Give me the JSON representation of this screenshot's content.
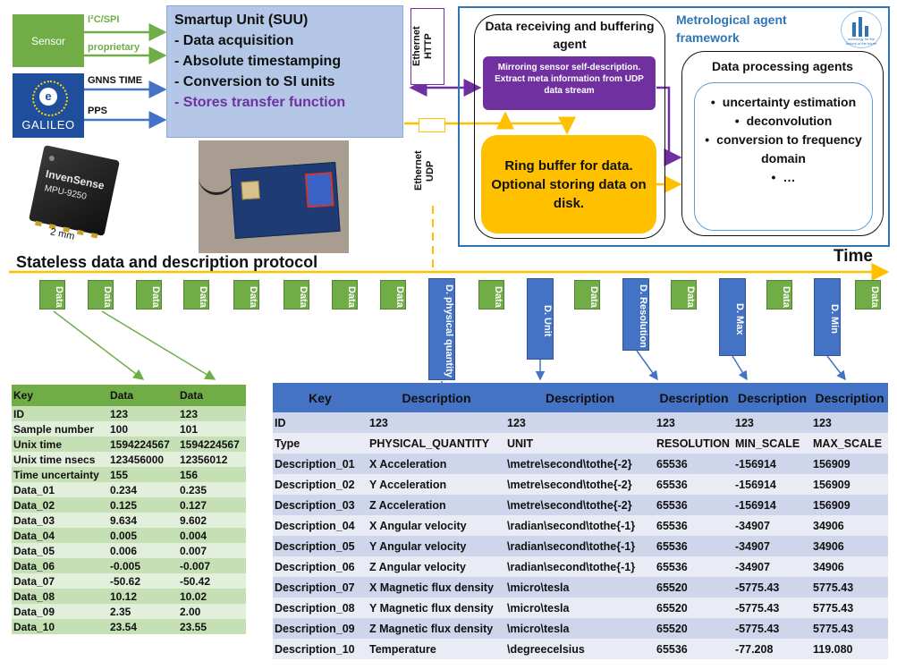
{
  "inputs": {
    "sensor_label": "Sensor",
    "i2c_label": "I²C/SPI",
    "proprietary_label": "proprietary",
    "gnss_label": "GNNS TIME",
    "pps_label": "PPS",
    "galileo_label": "GALILEO"
  },
  "smartup": {
    "title": "Smartup Unit (SUU)",
    "items": [
      "- Data acquisition",
      "- Absolute timestamping",
      "- Conversion to SI units",
      "- Stores transfer function"
    ]
  },
  "ethernet_http": [
    "Ethernet",
    "HTTP"
  ],
  "ethernet_udp": [
    "Ethernet",
    "UDP"
  ],
  "chip": {
    "brand": "InvenSense",
    "model": "MPU-9250",
    "dimension": "2 mm"
  },
  "framework": {
    "title": "Metrological agent framework",
    "receiving_title": "Data receiving and buffering agent",
    "mirror_text": "Mirroring sensor self-description. Extract meta information from UDP data stream",
    "ring_text": "Ring buffer for data. Optional storing data on disk.",
    "processing_title": "Data processing agents",
    "processing_items": [
      "uncertainty estimation",
      "deconvolution",
      "conversion to frequency domain",
      "…"
    ],
    "logo_text": "metrology for the factory of the future"
  },
  "protocol_label": "Stateless data and description protocol",
  "time_label": "Time",
  "packets": [
    "Data",
    "Data",
    "Data",
    "Data",
    "Data",
    "Data",
    "Data",
    "Data",
    "D. physical quantity",
    "Data",
    "D. Unit",
    "Data",
    "D. Resolution",
    "Data",
    "D. Max",
    "Data",
    "D. Min",
    "Data"
  ],
  "data_table": {
    "headers": [
      "Key",
      "Data",
      "Data"
    ],
    "rows": [
      [
        "ID",
        "123",
        "123"
      ],
      [
        "Sample number",
        "100",
        "101"
      ],
      [
        "Unix time",
        "1594224567",
        "1594224567"
      ],
      [
        "Unix time nsecs",
        "123456000",
        "12356012"
      ],
      [
        "Time uncertainty",
        "155",
        "156"
      ],
      [
        "Data_01",
        "0.234",
        "0.235"
      ],
      [
        "Data_02",
        "0.125",
        "0.127"
      ],
      [
        "Data_03",
        "9.634",
        "9.602"
      ],
      [
        "Data_04",
        "0.005",
        "0.004"
      ],
      [
        "Data_05",
        "0.006",
        "0.007"
      ],
      [
        "Data_06",
        "-0.005",
        "-0.007"
      ],
      [
        "Data_07",
        "-50.62",
        "-50.42"
      ],
      [
        "Data_08",
        "10.12",
        "10.02"
      ],
      [
        "Data_09",
        "2.35",
        "2.00"
      ],
      [
        "Data_10",
        "23.54",
        "23.55"
      ]
    ]
  },
  "desc_table": {
    "headers": [
      "Key",
      "Description",
      "Description",
      "Description",
      "Description",
      "Description"
    ],
    "rows": [
      [
        "ID",
        "123",
        "123",
        "123",
        "123",
        "123"
      ],
      [
        "Type",
        "PHYSICAL_QUANTITY",
        "UNIT",
        "RESOLUTION",
        "MIN_SCALE",
        "MAX_SCALE"
      ],
      [
        "Description_01",
        "X Acceleration",
        "\\metre\\second\\tothe{-2}",
        "65536",
        "-156914",
        "156909"
      ],
      [
        "Description_02",
        "Y Acceleration",
        "\\metre\\second\\tothe{-2}",
        "65536",
        "-156914",
        "156909"
      ],
      [
        "Description_03",
        "Z Acceleration",
        "\\metre\\second\\tothe{-2}",
        "65536",
        "-156914",
        "156909"
      ],
      [
        "Description_04",
        "X Angular velocity",
        "\\radian\\second\\tothe{-1}",
        "65536",
        "-34907",
        "34906"
      ],
      [
        "Description_05",
        "Y Angular velocity",
        "\\radian\\second\\tothe{-1}",
        "65536",
        "-34907",
        "34906"
      ],
      [
        "Description_06",
        "Z Angular velocity",
        "\\radian\\second\\tothe{-1}",
        "65536",
        "-34907",
        "34906"
      ],
      [
        "Description_07",
        "X Magnetic flux density",
        "\\micro\\tesla",
        "65520",
        "-5775.43",
        "5775.43"
      ],
      [
        "Description_08",
        "Y Magnetic flux density",
        "\\micro\\tesla",
        "65520",
        "-5775.43",
        "5775.43"
      ],
      [
        "Description_09",
        "Z Magnetic flux density",
        "\\micro\\tesla",
        "65520",
        "-5775.43",
        "5775.43"
      ],
      [
        "Description_10",
        "Temperature",
        "\\degreecelsius",
        "65536",
        "-77.208",
        "119.080"
      ]
    ]
  },
  "colors": {
    "green": "#70ad47",
    "blue": "#4472c4",
    "purple": "#7030a0",
    "orange": "#ffc000",
    "frame_blue": "#2e75b6"
  }
}
